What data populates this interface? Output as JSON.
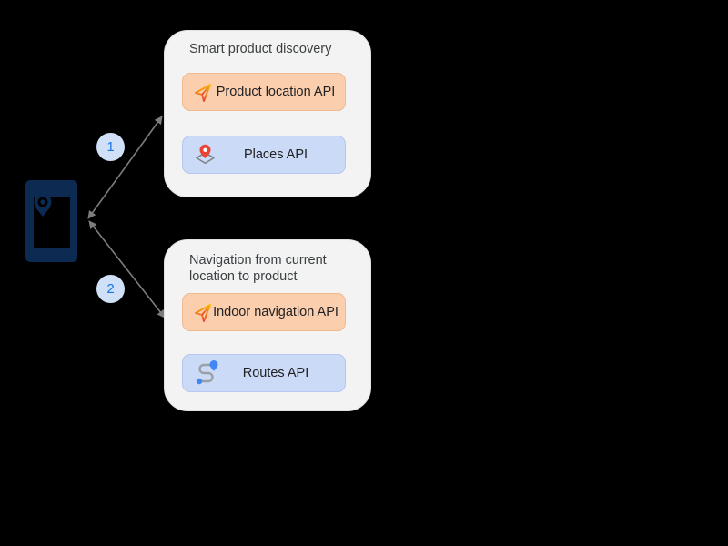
{
  "diagram": {
    "background_color": "#000000",
    "device": {
      "name": "smartphone with location pin",
      "color": "#0d2b52"
    },
    "connections": [
      {
        "number": "1",
        "from": "device",
        "to": "Smart product discovery"
      },
      {
        "number": "2",
        "from": "device",
        "to": "Navigation from current location to product"
      }
    ],
    "groups": [
      {
        "title": "Smart product discovery",
        "items": [
          {
            "label": "Product location API",
            "icon": "navigation-arrow-icon",
            "fill": "#fbcfad"
          },
          {
            "label": "Places API",
            "icon": "map-pin-on-map-icon",
            "fill": "#cbdaf6"
          }
        ]
      },
      {
        "title": "Navigation from current location to product",
        "items": [
          {
            "label": "Indoor navigation API",
            "icon": "navigation-arrow-icon",
            "fill": "#fbcfad"
          },
          {
            "label": "Routes API",
            "icon": "route-icon",
            "fill": "#cbdaf6"
          }
        ]
      }
    ],
    "colors": {
      "group_box_bg": "#f2f3f2",
      "group_box_border": "#e0e2e0",
      "orange_item_bg": "#fbcfad",
      "blue_item_bg": "#cbdaf6",
      "badge_bg": "#cfe0f7",
      "badge_text": "#1a73e8",
      "arrow": "#7d7d7d",
      "device_navy": "#0d2b52",
      "pin_red": "#ea4335",
      "route_blue": "#4285f4",
      "text": "#202124"
    }
  }
}
